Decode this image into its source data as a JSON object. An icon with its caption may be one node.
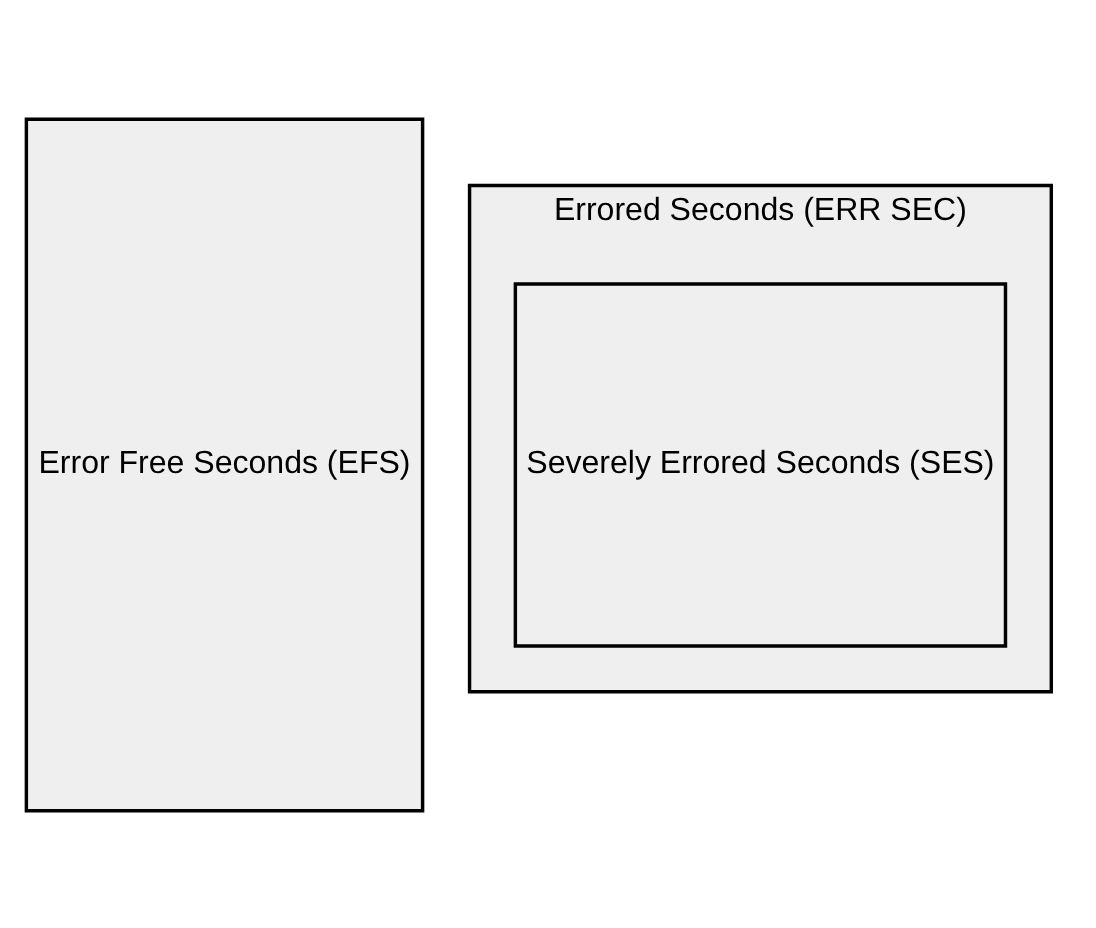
{
  "diagram": {
    "nodes": [
      {
        "text": [
          "Error Free Seconds (EFS)"
        ]
      },
      {
        "text": [
          "Errored Seconds (ERR SEC)"
        ]
      },
      {
        "text": [
          "Severely Errored Seconds (SES)"
        ],
        "in": 1
      }
    ]
  }
}
